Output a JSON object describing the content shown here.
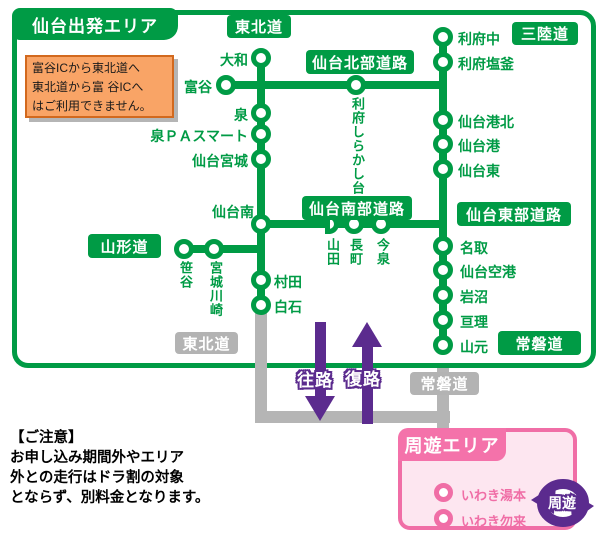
{
  "area": {
    "title": "仙台出発エリア"
  },
  "notice_box": {
    "lines": [
      "富谷ICから東北道へ",
      "東北道から富 谷ICへ",
      "はご利用できません。"
    ]
  },
  "roads": {
    "tohoku_top": "東北道",
    "sanriku": "三陸道",
    "sendai_hokubu": "仙台北部道路",
    "sendai_nanbu": "仙台南部道路",
    "sendai_tobu": "仙台東部道路",
    "yamagata": "山形道",
    "joban": "常磐道",
    "tohoku_south": "東北道",
    "joban_south": "常磐道"
  },
  "stations": {
    "yamato": "大和",
    "tomiya": "富谷",
    "izumi": "泉",
    "izumi_pa_smart": "泉ＰＡスマート",
    "sendai_miyagi": "仙台宮城",
    "sendai_minami": "仙台南",
    "murata": "村田",
    "shiroishi": "白石",
    "sasaya": "笹谷",
    "miyagi_kawasaki": "宮城川崎",
    "yamada": "山田",
    "nagamachi": "長町",
    "imaizumi": "今泉",
    "rifu_shirakashidai": "利府しらかし台",
    "rifu_naka": "利府中",
    "rifu_shiogama": "利府塩釜",
    "sendaiko_kita": "仙台港北",
    "sendaiko": "仙台港",
    "sendai_higashi": "仙台東",
    "natori": "名取",
    "sendai_airport": "仙台空港",
    "iwanuma": "岩沼",
    "watari": "亘理",
    "yamamoto": "山元",
    "iwaki_yumoto": "いわき湯本",
    "iwaki_nakoso": "いわき勿来"
  },
  "arrows": {
    "outbound": "往路",
    "inbound": "復路"
  },
  "tour_area": {
    "title": "周遊エリア",
    "badge": "周遊"
  },
  "caution": {
    "lines": [
      "【ご注意】",
      "お申し込み期間外やエリア",
      "外との走行はドラ割の対象",
      "とならず、別料金となります。"
    ]
  },
  "colors": {
    "green": "#009b45",
    "gray": "#b5b5b5",
    "purple": "#5b2b8e",
    "pink": "#f06ea6",
    "pink_light": "#fde6f0",
    "pink_band": "#f472aa",
    "orange_fill": "#f9a466",
    "orange_border": "#d2691e"
  }
}
